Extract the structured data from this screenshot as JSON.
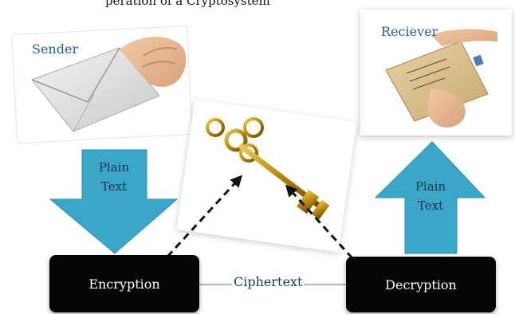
{
  "caption_partial": "peration of a Cryptosystem",
  "sender_card": {
    "label": "Sender",
    "image": "hand-holding-envelope"
  },
  "receiver_card": {
    "label": "Reciever",
    "image": "hand-receiving-letter"
  },
  "key_image": "golden-skeleton-key",
  "encrypt_arrow": {
    "line1": "Plain",
    "line2": "Text",
    "direction": "down",
    "color": "#3aa7c9"
  },
  "decrypt_arrow": {
    "line1": "Plain",
    "line2": "Text",
    "direction": "up",
    "color": "#3aa7c9"
  },
  "encryption_box": {
    "label": "Encryption"
  },
  "decryption_box": {
    "label": "Decryption"
  },
  "channel": {
    "label": "Ciphertext"
  }
}
